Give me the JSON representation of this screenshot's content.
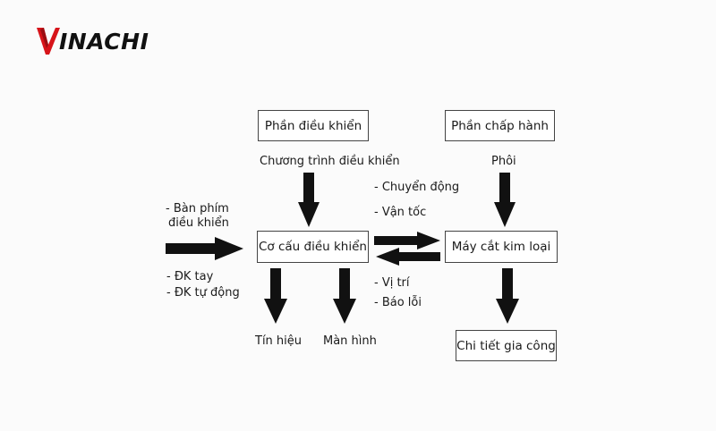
{
  "logo": {
    "first_letter": "V",
    "rest": "INACHI",
    "accent_color": "#d7141a"
  },
  "boxes": {
    "control_part": "Phần điều khiển",
    "execution_part": "Phần chấp hành",
    "control_mechanism": "Cơ cấu điều khiển",
    "metal_cutter": "Máy cắt kim loại",
    "workpiece_detail": "Chi tiết gia công"
  },
  "labels": {
    "control_program": "Chương trình điều khiển",
    "blank": "Phôi",
    "motion": "- Chuyển động",
    "speed": "- Vận tốc",
    "keyboard_line1": "- Bàn phím",
    "keyboard_line2": "điều khiển",
    "manual": "- ĐK tay",
    "automatic": "- ĐK tự động",
    "position": "- Vị trí",
    "error_report": "- Báo lỗi",
    "signal": "Tín hiệu",
    "screen": "Màn hình"
  }
}
